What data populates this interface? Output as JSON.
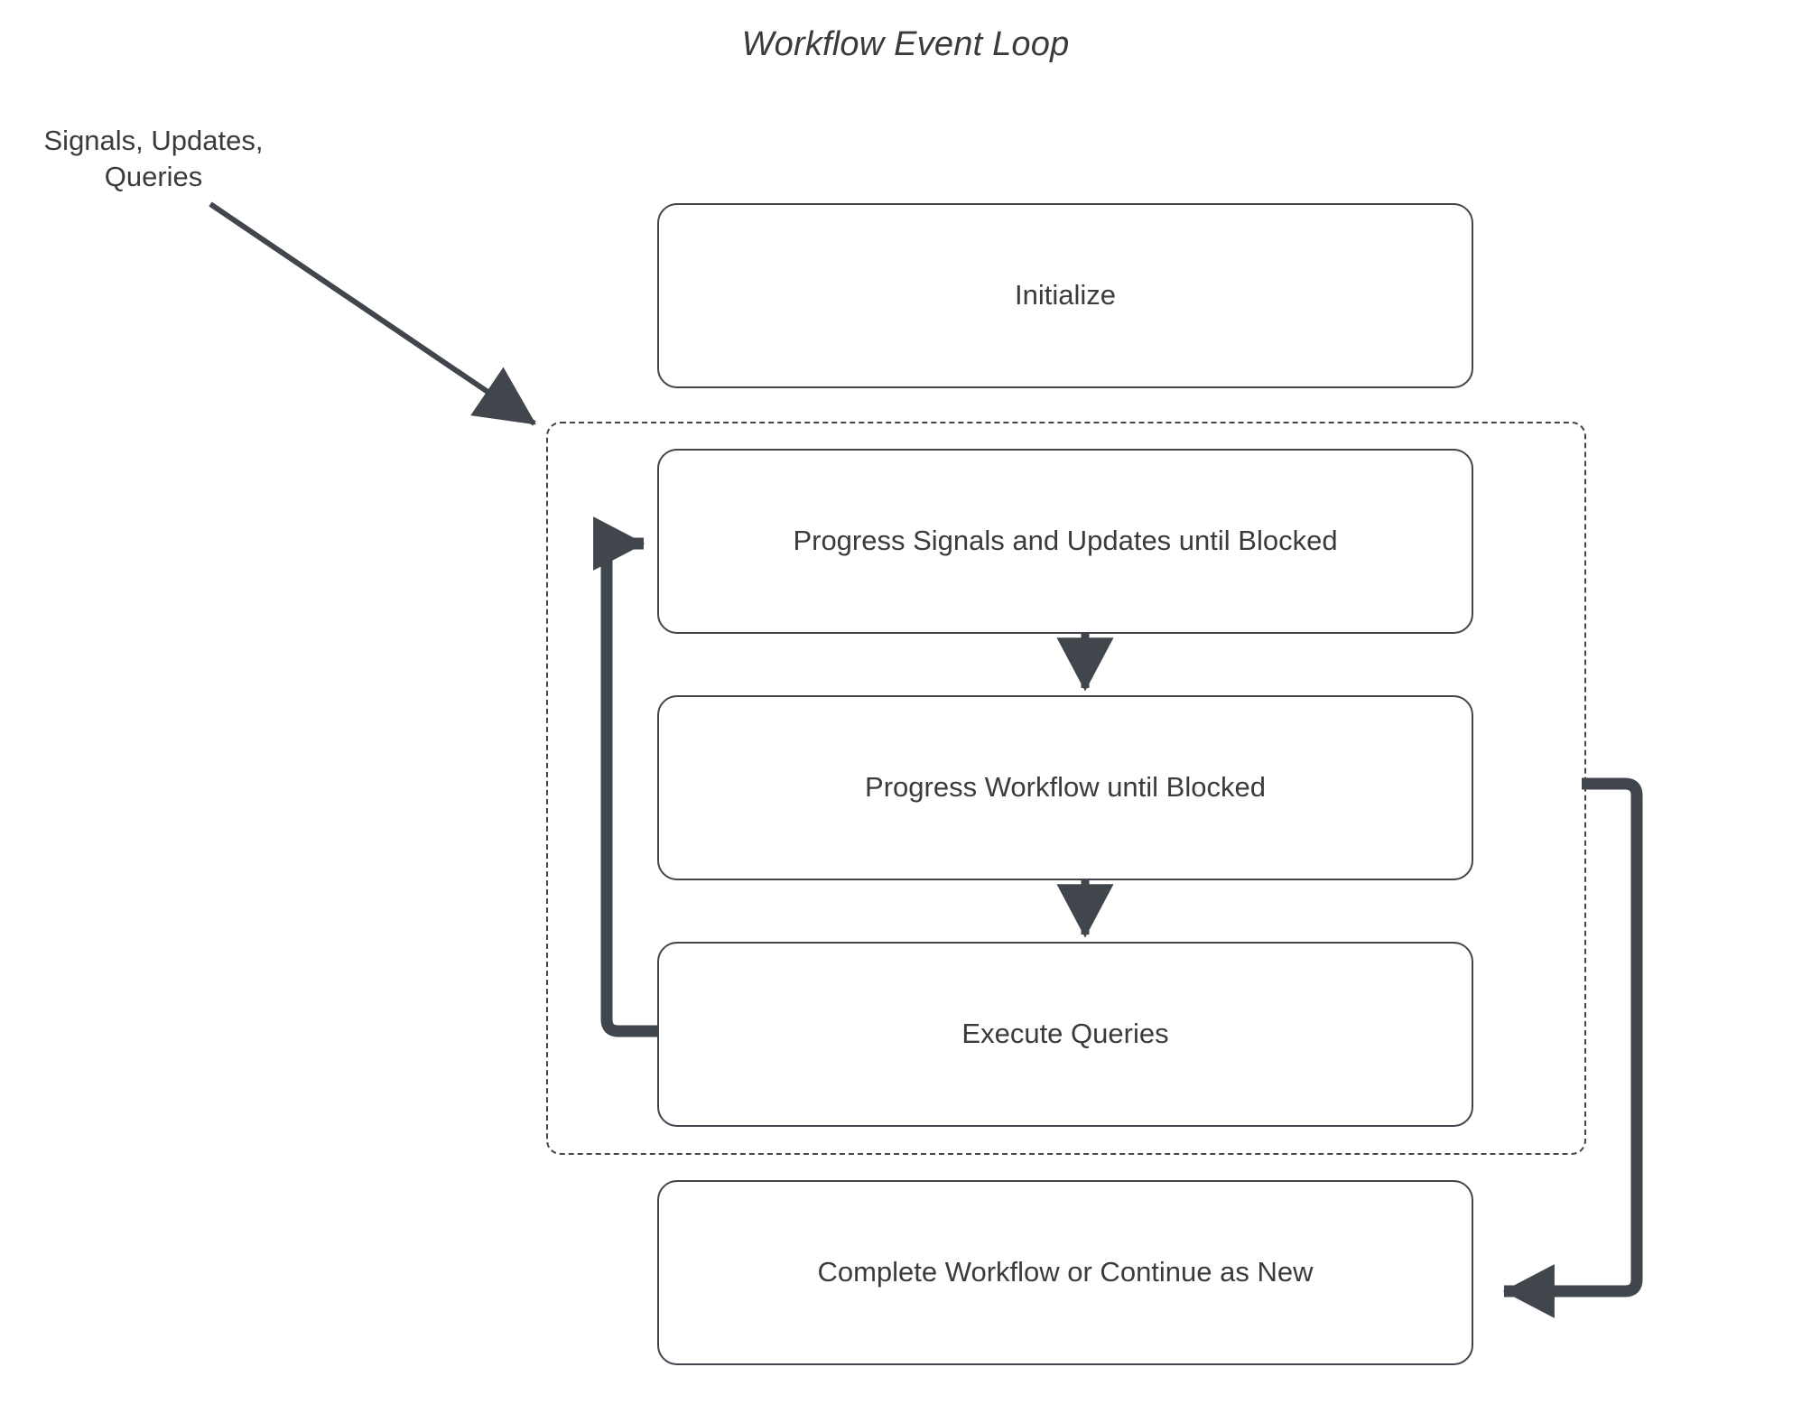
{
  "diagram": {
    "title": "Workflow Event Loop",
    "type": "flowchart",
    "background_color": "#ffffff",
    "stroke_color": "#41454c",
    "text_color": "#3b3b3b",
    "external_label": "Signals, Updates,\nQueries",
    "external_label_line1": "Signals, Updates,",
    "external_label_line2": "Queries",
    "nodes": [
      {
        "id": "initialize",
        "label": "Initialize"
      },
      {
        "id": "progress-signals",
        "label": "Progress Signals and Updates until Blocked"
      },
      {
        "id": "progress-workflow",
        "label": "Progress Workflow until Blocked"
      },
      {
        "id": "execute-queries",
        "label": "Execute Queries"
      },
      {
        "id": "complete-workflow",
        "label": "Complete Workflow or Continue as New"
      }
    ],
    "loop_container": {
      "style": "dashed",
      "label": ""
    },
    "edges": [
      {
        "from": "external-input",
        "to": "loop-container",
        "style": "solid-thin-diagonal",
        "label": "Signals, Updates, Queries"
      },
      {
        "from": "progress-signals",
        "to": "progress-workflow",
        "style": "solid-thin-down",
        "label": ""
      },
      {
        "from": "progress-workflow",
        "to": "execute-queries",
        "style": "solid-thin-down",
        "label": ""
      },
      {
        "from": "execute-queries",
        "to": "progress-signals",
        "style": "thick-loop-back-left",
        "label": ""
      },
      {
        "from": "loop-container",
        "to": "complete-workflow",
        "style": "thick-exit-right",
        "label": ""
      }
    ]
  }
}
